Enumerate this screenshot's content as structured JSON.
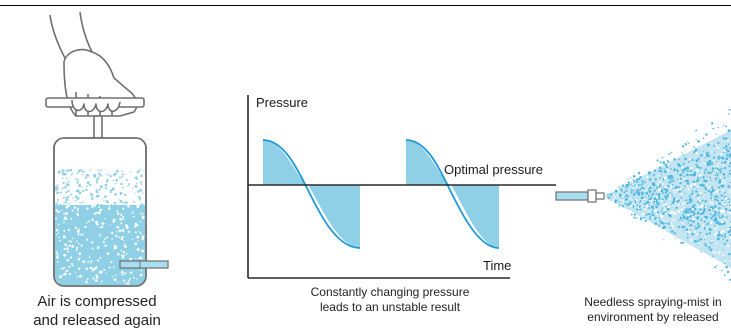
{
  "captions": {
    "left": [
      "Air is compressed",
      "and released again"
    ],
    "middle": [
      "Constantly changing pressure",
      "leads to an unstable result"
    ],
    "right": [
      "Needless spraying-mist in",
      "environment by released"
    ]
  },
  "graph": {
    "y_label": "Pressure",
    "x_label": "Time",
    "reference_label": "Optimal pressure"
  },
  "colors": {
    "liquid": "#8fd0e6",
    "wave_fill": "#8fd0e6",
    "wave_line": "#1d9ad6",
    "mist": "#6cc3e4",
    "outline": "#6f6f6f",
    "axis": "#2a2a2a"
  },
  "icons": {
    "hand": "hand-holding-handle-icon",
    "tank": "pressure-tank-icon",
    "nozzle": "spray-nozzle-icon"
  }
}
